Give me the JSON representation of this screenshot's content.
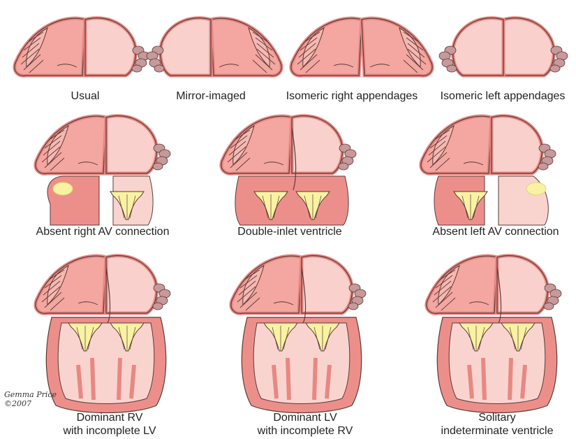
{
  "captions": {
    "row1": [
      "Usual",
      "Mirror-imaged",
      "Isomeric right appendages",
      "Isomeric left appendages"
    ],
    "row2": [
      "Absent right AV connection",
      "Double-inlet ventricle",
      "Absent left AV connection"
    ],
    "row3": [
      {
        "line1": "Dominant RV",
        "line2": "with incomplete LV"
      },
      {
        "line1": "Dominant LV",
        "line2": "with incomplete RV"
      },
      {
        "line1": "Solitary",
        "line2": "indeterminate ventricle"
      }
    ]
  },
  "signature": {
    "name": "Gemma Price",
    "year": "©2007"
  },
  "colors": {
    "right_atrium": "#f4a6a0",
    "left_atrium": "#f9d0cb",
    "outline_pink": "#e88883",
    "outline_dark": "#5a3a36",
    "valve_yellow": "#f8f2a2",
    "ventricle_wall": "#ec8f8a",
    "ventricle_cavity": "#f9d4cf",
    "appendage_lobes": "#c7999a"
  }
}
